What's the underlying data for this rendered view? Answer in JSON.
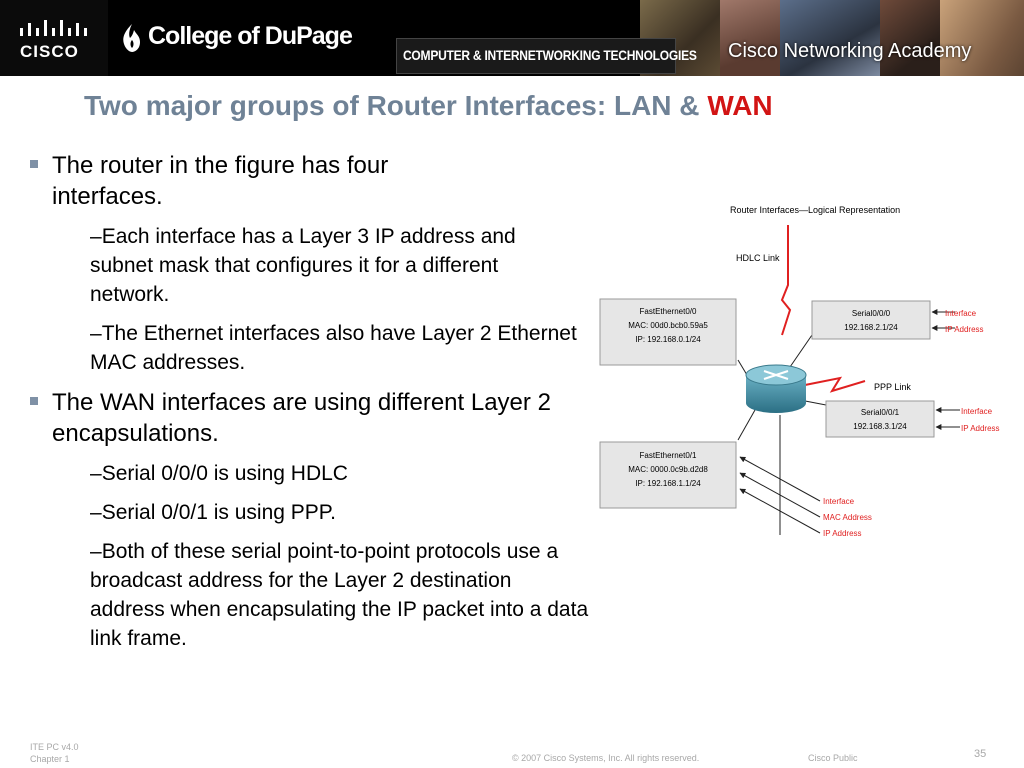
{
  "banner": {
    "cisco_wordmark": "CISCO",
    "college_name": "College of DuPage",
    "program_name": "COMPUTER & INTERNETWORKING TECHNOLOGIES",
    "academy_name": "Cisco Networking Academy"
  },
  "title": {
    "main": "Two major groups of Router Interfaces: LAN &",
    "highlight": "WAN",
    "highlight_color": "#d21414"
  },
  "bullets": {
    "b1": "The router in the figure has four interfaces.",
    "b1_sub1": "Each interface has a Layer 3 IP address and subnet mask that configures it for a different network.",
    "b1_sub2": "The Ethernet interfaces also have Layer 2 Ethernet MAC addresses.",
    "b2": "The WAN interfaces are using different Layer 2 encapsulations.",
    "b2_sub1": "Serial 0/0/0 is using HDLC",
    "b2_sub2": "Serial 0/0/1 is using PPP.",
    "b2_sub3": "Both of these serial point-to-point protocols use a broadcast address for the Layer 2 destination address when encapsulating the IP packet into a data link frame.",
    "dash": "–"
  },
  "diagram": {
    "caption": "Router Interfaces—Logical Representation",
    "hdlc_label": "HDLC Link",
    "ppp_label": "PPP Link",
    "fa00": {
      "name": "FastEthernet0/0",
      "mac": "MAC: 00d0.bcb0.59a5",
      "ip": "IP: 192.168.0.1/24"
    },
    "fa01": {
      "name": "FastEthernet0/1",
      "mac": "MAC: 0000.0c9b.d2d8",
      "ip": "IP: 192.168.1.1/24"
    },
    "s000": {
      "name": "Serial0/0/0",
      "ip": "192.168.2.1/24"
    },
    "s001": {
      "name": "Serial0/0/1",
      "ip": "192.168.3.1/24"
    },
    "lbl_interface": "Interface",
    "lbl_ip_address": "IP Address",
    "lbl_mac_address": "MAC Address",
    "accent_color": "#e02020"
  },
  "footer": {
    "course": "ITE PC v4.0",
    "chapter": "Chapter 1",
    "copyright": "© 2007 Cisco Systems, Inc. All rights reserved.",
    "classification": "Cisco Public",
    "page": "35"
  }
}
